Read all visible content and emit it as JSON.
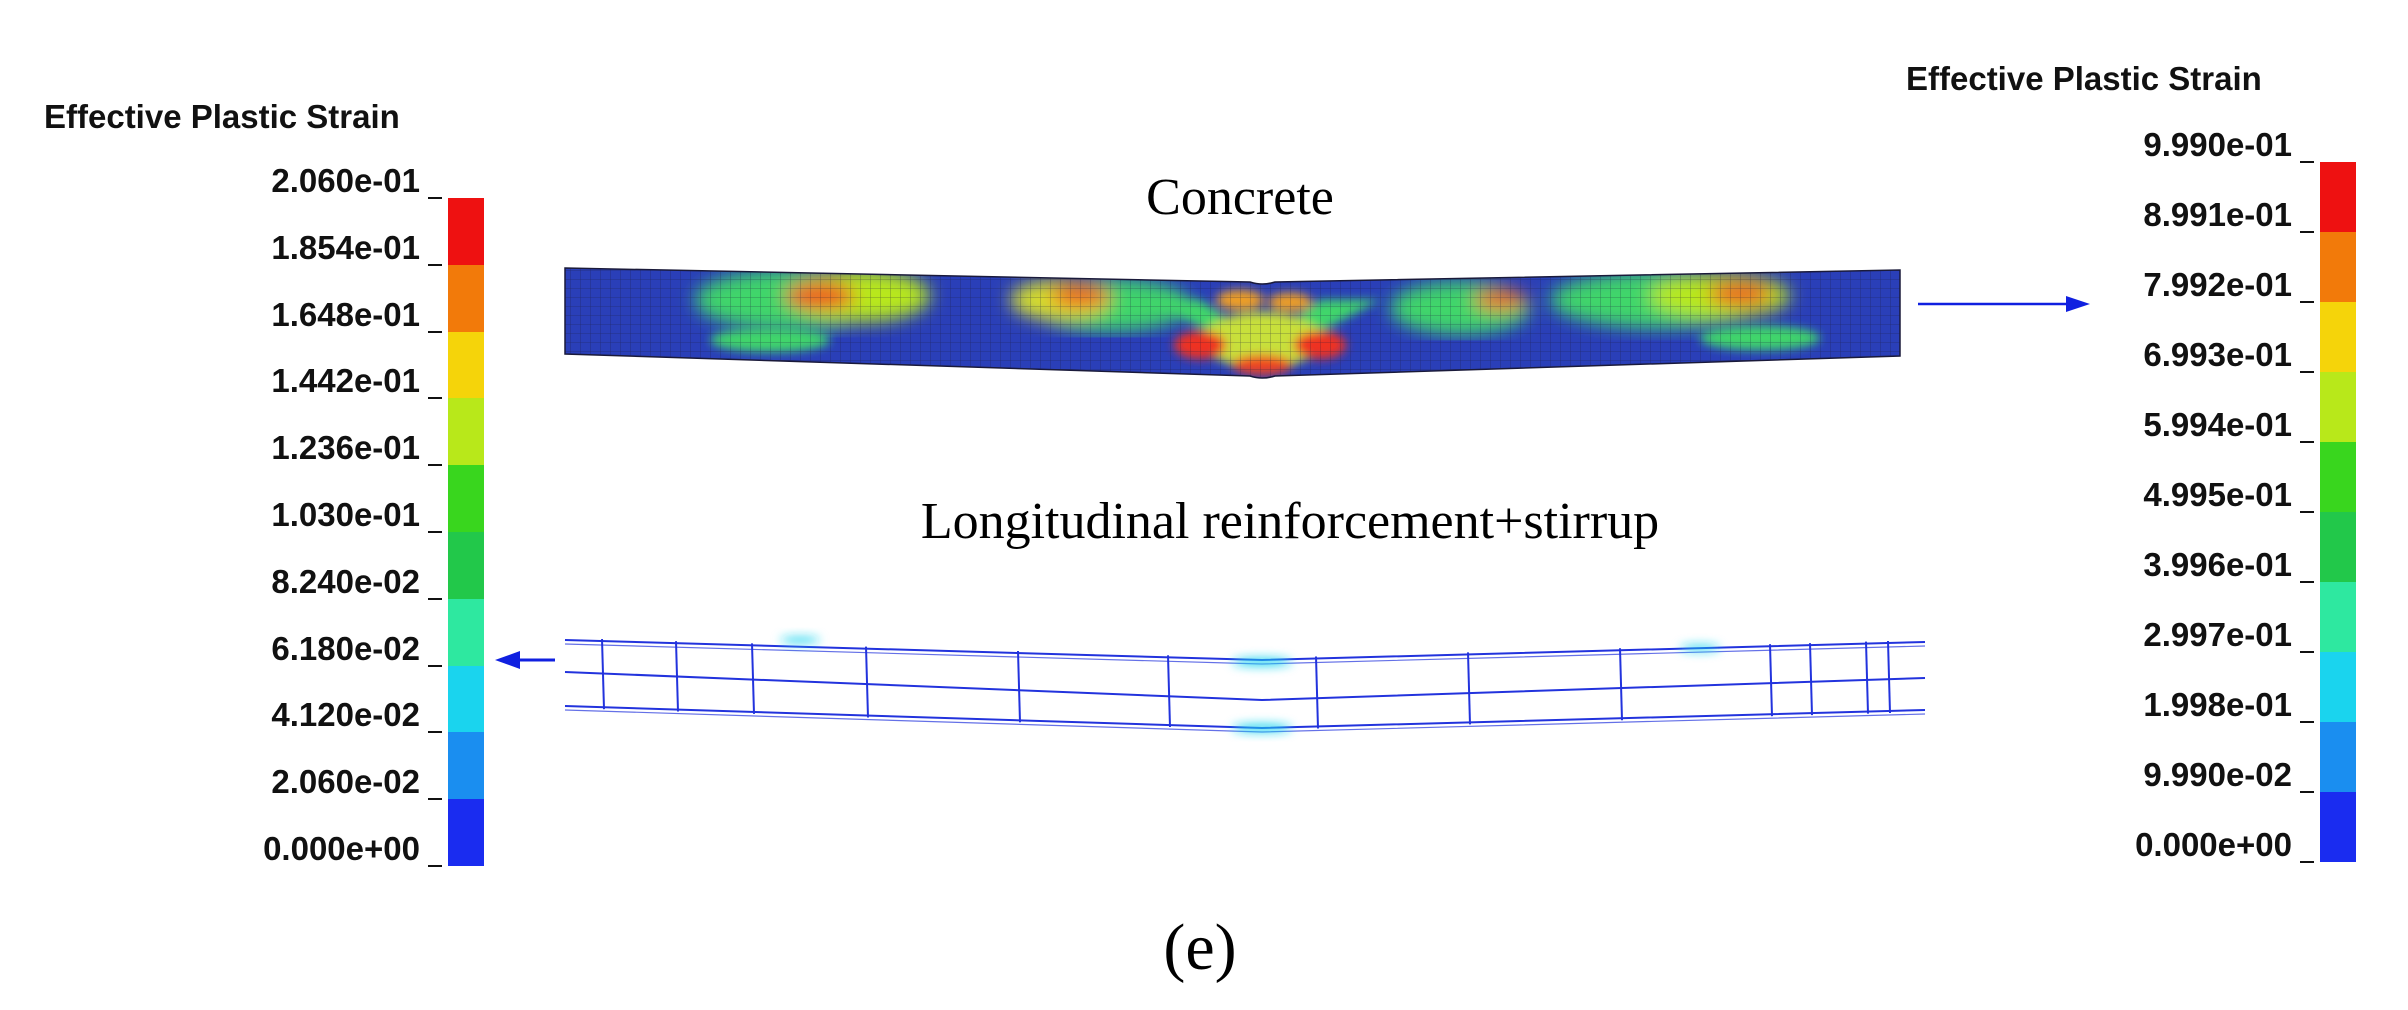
{
  "left_legend": {
    "title": "Effective Plastic Strain",
    "ticks": [
      "2.060e-01",
      "1.854e-01",
      "1.648e-01",
      "1.442e-01",
      "1.236e-01",
      "1.030e-01",
      "8.240e-02",
      "6.180e-02",
      "4.120e-02",
      "2.060e-02",
      "0.000e+00"
    ]
  },
  "right_legend": {
    "title": "Effective Plastic Strain",
    "ticks": [
      "9.990e-01",
      "8.991e-01",
      "7.992e-01",
      "6.993e-01",
      "5.994e-01",
      "4.995e-01",
      "3.996e-01",
      "2.997e-01",
      "1.998e-01",
      "9.990e-02",
      "0.000e+00"
    ]
  },
  "colormap": [
    "#ee1111",
    "#f27a0a",
    "#f5d40a",
    "#b8e81a",
    "#39d61e",
    "#22c84a",
    "#2ee8a0",
    "#1ad4ee",
    "#1a8ef0",
    "#1a2cf0"
  ],
  "labels": {
    "concrete": "Concrete",
    "rebar": "Longitudinal reinforcement+stirrup",
    "figure_letter": "(e)"
  },
  "colors": {
    "mesh_base": "#2a3fb8",
    "arrow": "#1020e0",
    "rebar": "#2233dd"
  }
}
